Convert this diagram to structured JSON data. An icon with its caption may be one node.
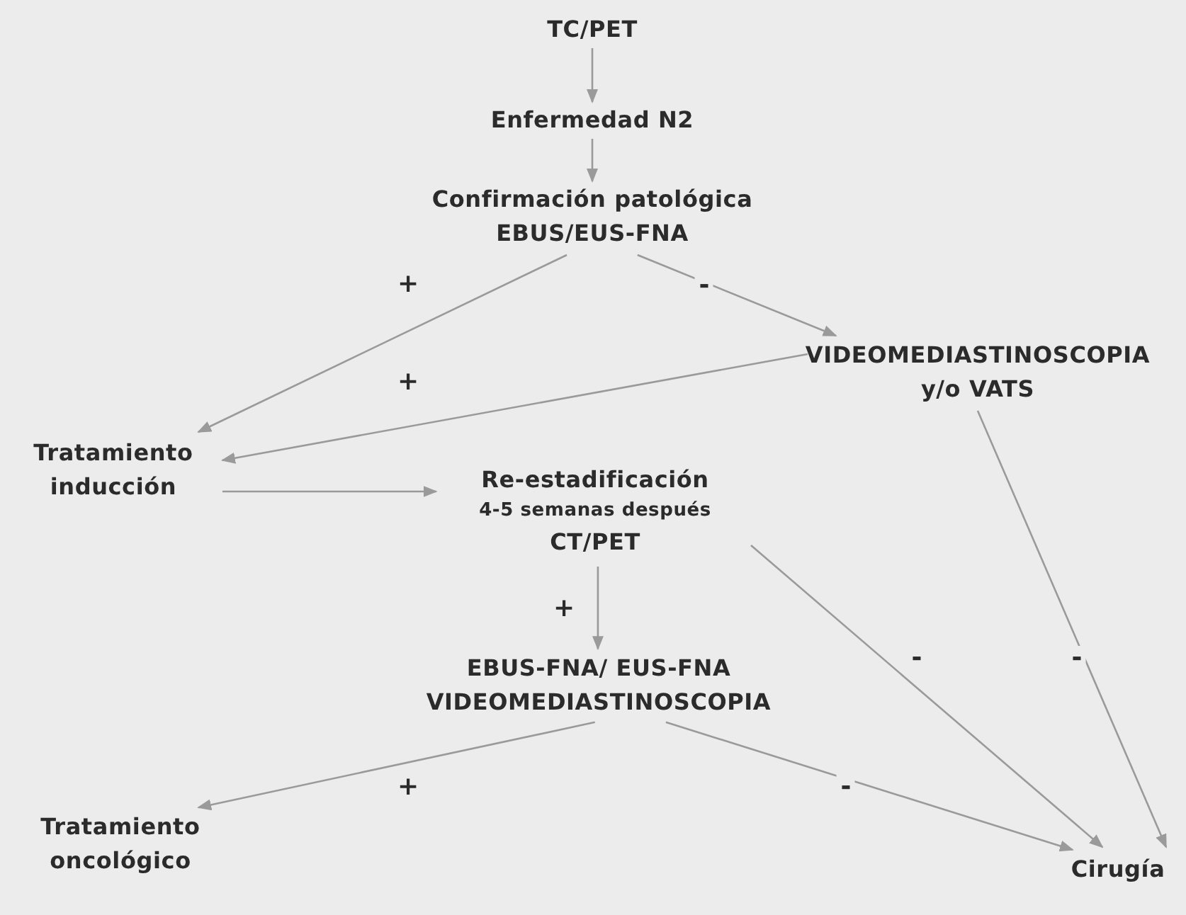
{
  "diagram": {
    "nodes": [
      {
        "text": [
          "TC/PET"
        ]
      },
      {
        "text": [
          "Enfermedad N2"
        ]
      },
      {
        "text": [
          "Confirmación patológica",
          "EBUS/EUS-FNA"
        ]
      },
      {
        "text": [
          "VIDEOMEDIASTINOSCOPIA",
          "y/o VATS"
        ]
      },
      {
        "text": [
          "Tratamiento inducción"
        ]
      },
      {
        "text": [
          "Re-estadificación",
          "4-5 semanas después",
          "CT/PET"
        ]
      },
      {
        "text": [
          "EBUS-FNA/ EUS-FNA",
          "VIDEOMEDIASTINOSCOPIA"
        ]
      },
      {
        "text": [
          "Tratamiento oncológico"
        ]
      },
      {
        "text": [
          "Cirugía"
        ]
      }
    ],
    "edges": [
      {
        "from": 0,
        "to": 1,
        "arrow": "to"
      },
      {
        "from": 1,
        "to": 2,
        "arrow": "to"
      },
      {
        "from": 2,
        "to": 4,
        "arrow": "to",
        "label": "+"
      },
      {
        "from": 2,
        "to": 3,
        "arrow": "to",
        "label": "-"
      },
      {
        "from": 3,
        "to": 4,
        "arrow": "to",
        "label": "+"
      },
      {
        "from": 4,
        "to": 5,
        "arrow": "to"
      },
      {
        "from": 5,
        "to": 6,
        "arrow": "to",
        "label": "+"
      },
      {
        "from": 5,
        "to": 8,
        "arrow": "to",
        "label": "-"
      },
      {
        "from": 3,
        "to": 8,
        "arrow": "to",
        "label": "-"
      },
      {
        "from": 6,
        "to": 7,
        "arrow": "to",
        "label": "+"
      },
      {
        "from": 6,
        "to": 8,
        "arrow": "to",
        "label": "-"
      }
    ]
  }
}
